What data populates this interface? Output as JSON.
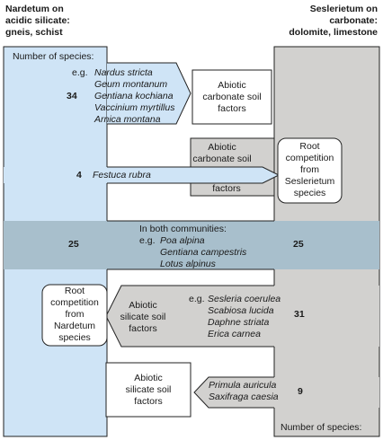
{
  "headers": {
    "left": [
      "Nardetum on",
      "acidic silicate:",
      "gneis, schist"
    ],
    "right": [
      "Seslerietum on",
      "carbonate:",
      "dolomite, limestone"
    ]
  },
  "left_column": {
    "number_label": "Number of species:",
    "count_top": "34",
    "eg_prefix": "e.g.",
    "species_top": [
      "Nardus stricta",
      "Geum montanum",
      "Gentiana kochiana",
      "Vaccinium myrtillus",
      "Arnica montana"
    ],
    "count_mid": "4",
    "species_mid": "Festuca rubra"
  },
  "boxes": {
    "abiotic_carbonate_1": [
      "Abiotic",
      "carbonate soil",
      "factors"
    ],
    "abiotic_carbonate_2_top": [
      "Abiotic",
      "carbonate soil"
    ],
    "abiotic_carbonate_2_bottom": "factors",
    "root_competition_sesleria": [
      "Root",
      "competition",
      "from",
      "Seslerietum",
      "species"
    ],
    "root_competition_nardetum": [
      "Root",
      "competition",
      "from",
      "Nardetum",
      "species"
    ],
    "abiotic_silicate_1": [
      "Abiotic",
      "silicate soil",
      "factors"
    ],
    "abiotic_silicate_2": [
      "Abiotic",
      "silicate soil",
      "factors"
    ]
  },
  "both": {
    "label": "In both communities:",
    "eg_prefix": "e.g.",
    "species": [
      "Poa alpina",
      "Gentiana campestris",
      "Lotus alpinus"
    ],
    "count_left": "25",
    "count_right": "25"
  },
  "right_column": {
    "eg_prefix": "e.g.",
    "species_mid": [
      "Sesleria coerulea",
      "Scabiosa lucida",
      "Daphne striata",
      "Erica carnea"
    ],
    "count_mid": "31",
    "species_low": [
      "Primula auricula",
      "Saxifraga caesia"
    ],
    "count_low": "9",
    "number_label": "Number of species:"
  },
  "colors": {
    "left_band": "#cfe4f6",
    "right_band": "#d2d1cf",
    "middle_band": "#a8bfcc",
    "outline": "#222222"
  }
}
